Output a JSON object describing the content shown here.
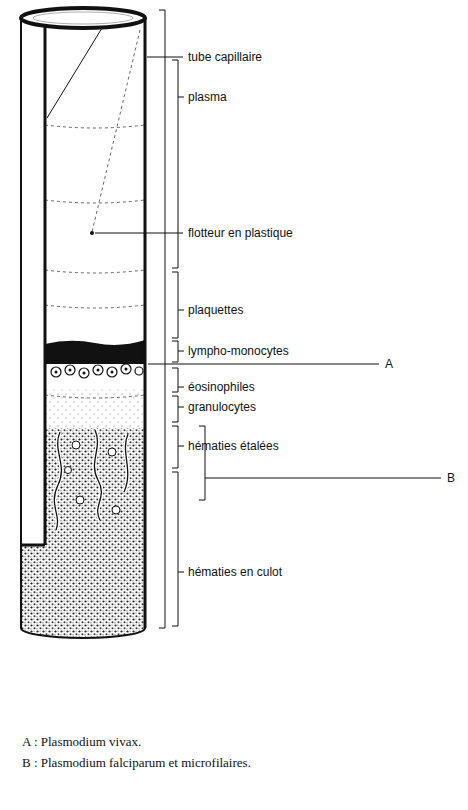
{
  "diagram": {
    "labels": [
      "tube capillaire",
      "plasma",
      "flotteur en plastique",
      "plaquettes",
      "lympho-monocytes",
      "A",
      "éosinophiles",
      "granulocytes",
      "hématies étalées",
      "B",
      "hématies en culot",
      "A : Plasmodium vivax.",
      "B : Plasmodium falciparum et microfilaires."
    ]
  }
}
